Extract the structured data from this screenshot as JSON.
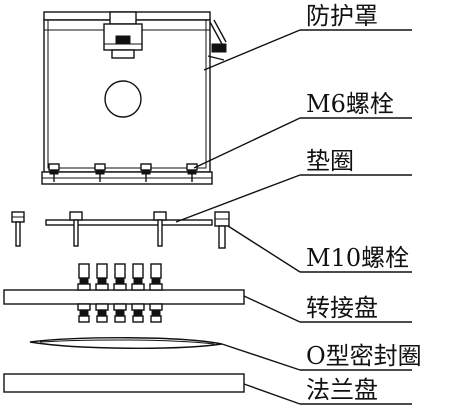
{
  "labels": {
    "shield": "防护罩",
    "m6_bolt": "M6螺栓",
    "washer": "垫圈",
    "m10_bolt": "M10螺栓",
    "adapter_plate": "转接盘",
    "o_ring": "O型密封圈",
    "flange_plate": "法兰盘"
  }
}
